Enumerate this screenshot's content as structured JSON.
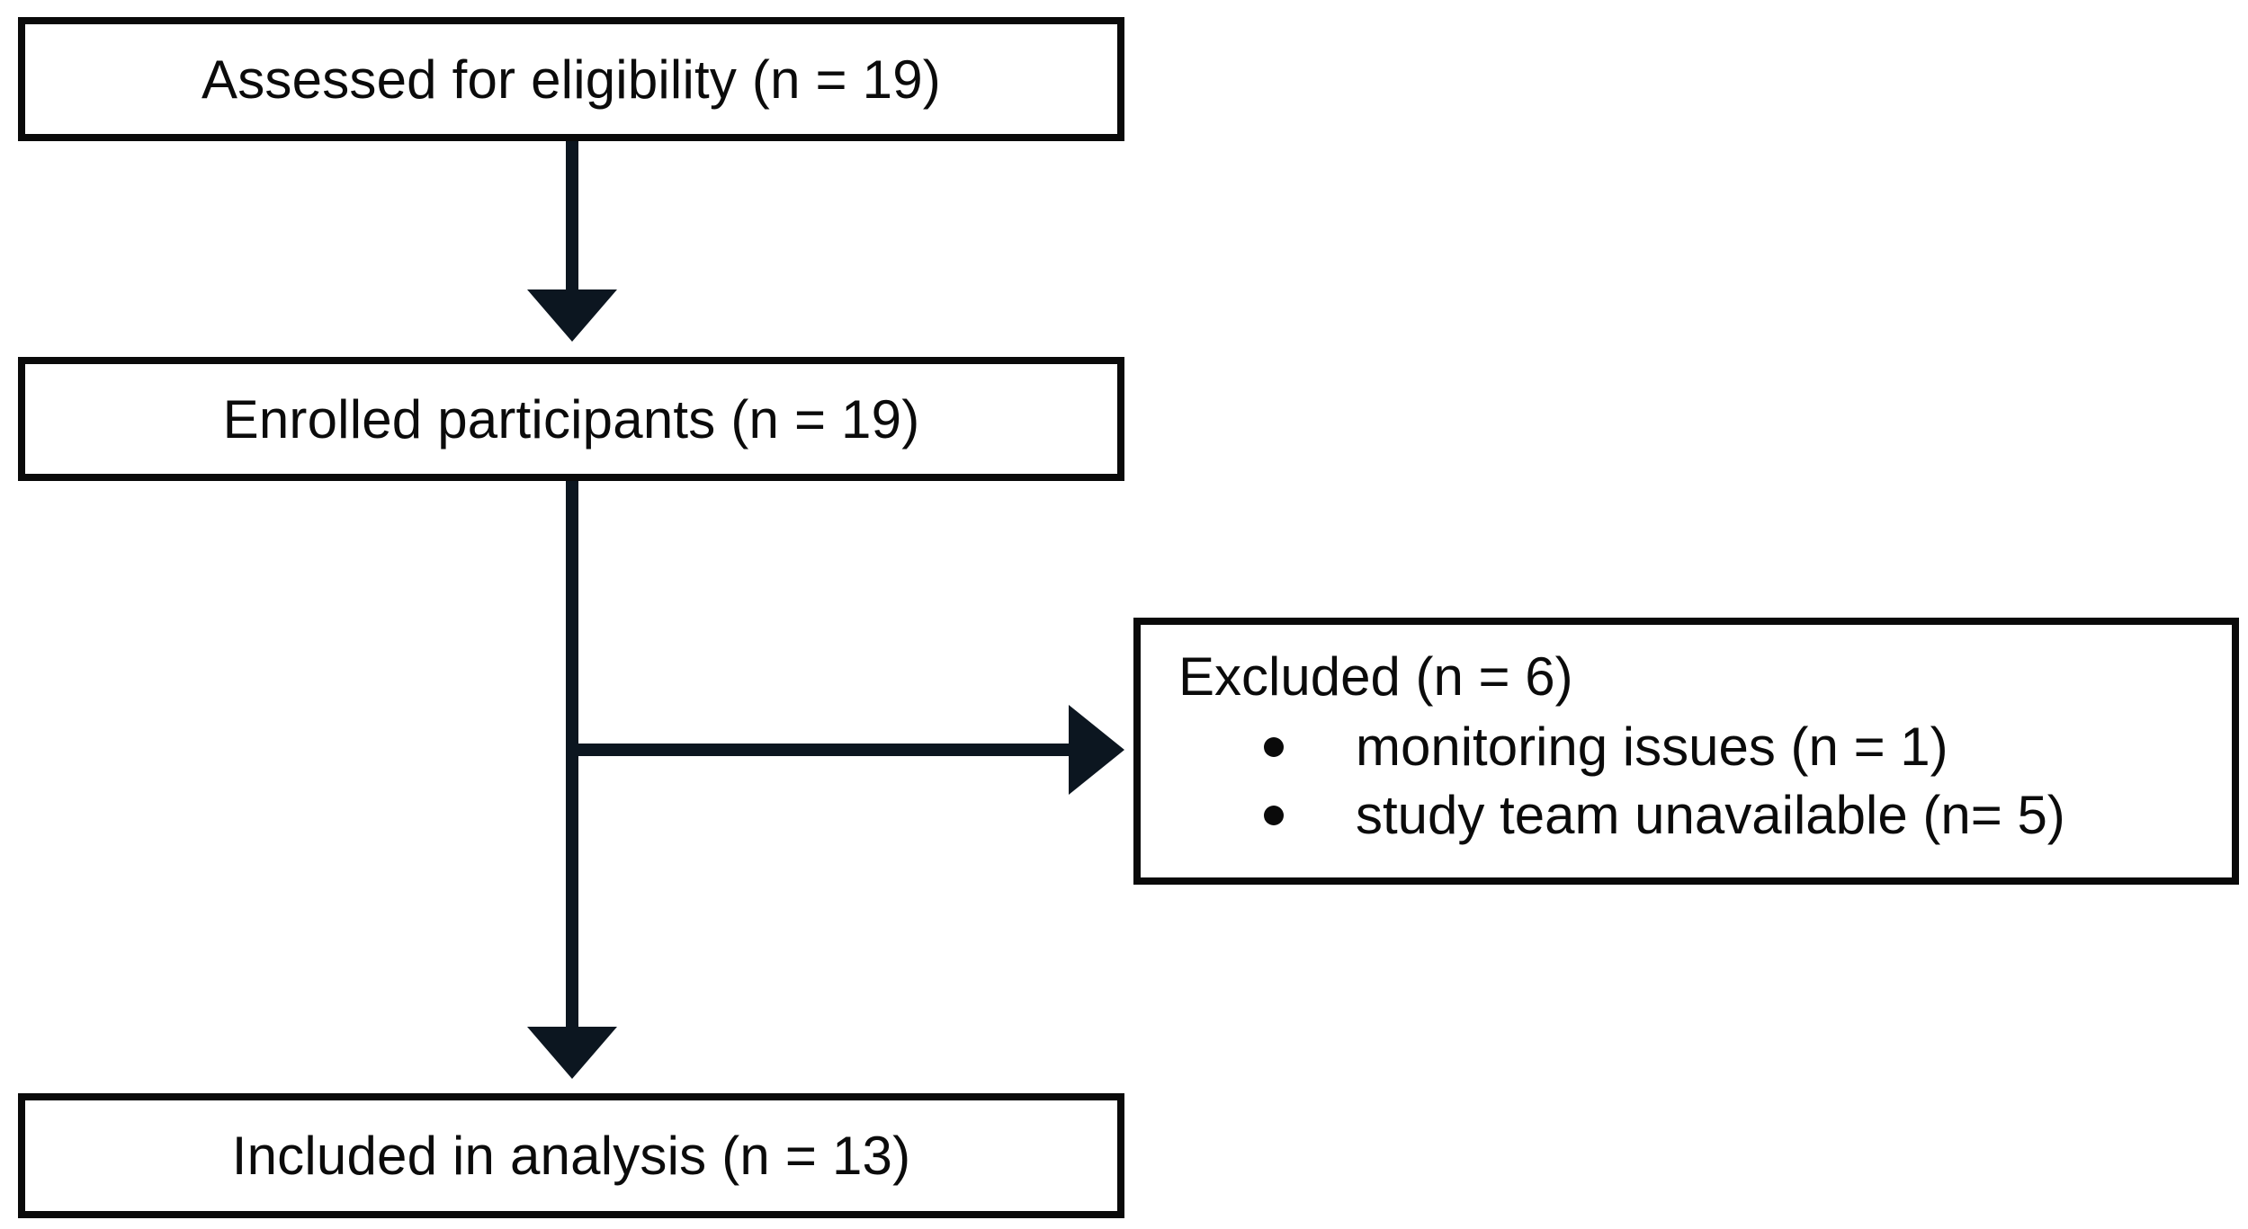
{
  "flow": {
    "assessed": "Assessed for eligibility (n = 19)",
    "enrolled": "Enrolled participants (n = 19)",
    "excluded": {
      "title": "Excluded (n = 6)",
      "reasons": [
        "monitoring issues (n = 1)",
        "study team unavailable (n= 5)"
      ]
    },
    "included": "Included in analysis (n = 13)"
  },
  "colors": {
    "border": "#0a0a0a",
    "arrow": "#0c1620",
    "background": "#ffffff"
  }
}
